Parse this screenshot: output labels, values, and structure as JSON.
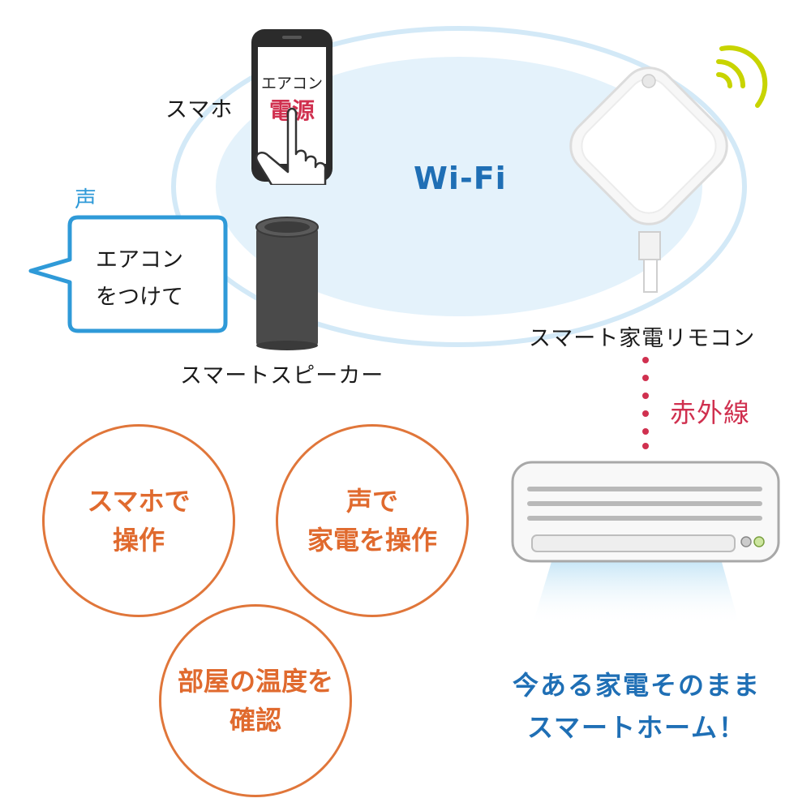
{
  "labels": {
    "smartphone": "スマホ",
    "wifi": "Wi-Fi",
    "voice": "声",
    "smart_speaker": "スマートスピーカー",
    "smart_remote": "スマート家電リモコン",
    "infrared": "赤外線"
  },
  "phone_screen": {
    "line1": "エアコン",
    "line2": "電源"
  },
  "speech_bubble": {
    "line1": "エアコン",
    "line2": "をつけて"
  },
  "features": [
    {
      "line1": "スマホで",
      "line2": "操作"
    },
    {
      "line1": "声で",
      "line2": "家電を操作"
    },
    {
      "line1": "部屋の温度を",
      "line2": "確認"
    }
  ],
  "tagline": {
    "line1": "今ある家電そのまま",
    "line2": "スマートホーム！"
  },
  "colors": {
    "wifi_text": "#1f6fb5",
    "voice": "#2f9ad8",
    "infrared": "#d0304f",
    "feature_circle": "#e0763a",
    "signal_waves": "#c8d400",
    "ellipse_fill": "#e3f1fa",
    "ellipse_stroke": "#cfe7f6"
  }
}
